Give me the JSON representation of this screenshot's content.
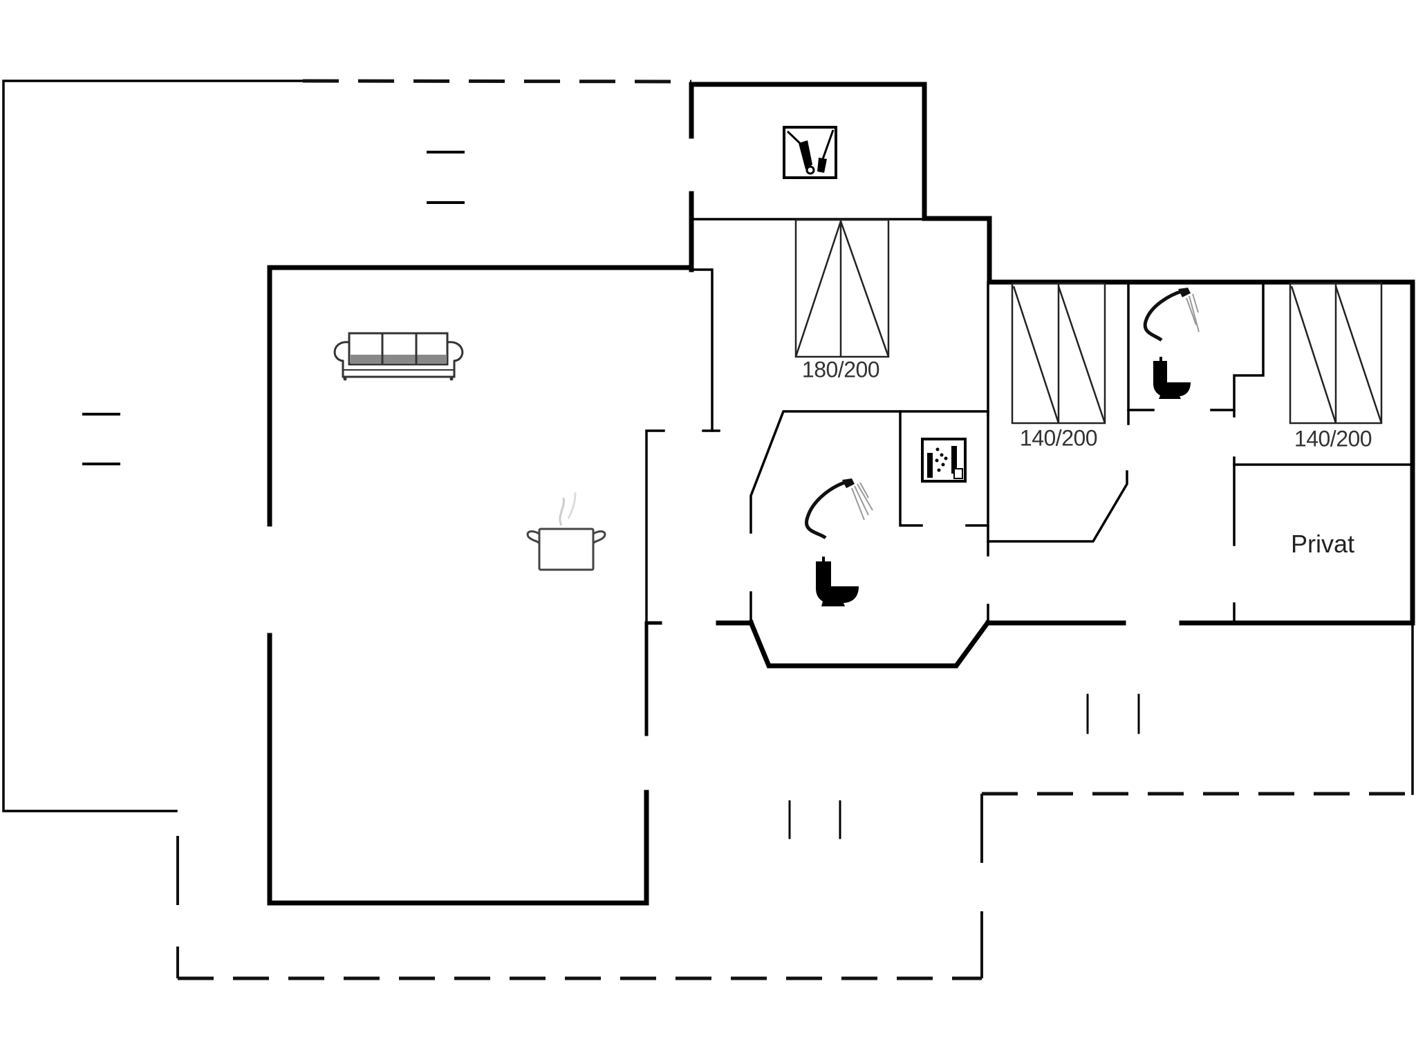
{
  "plan": {
    "type": "floor-plan",
    "background": "#ffffff",
    "wall_color": "#000000"
  },
  "rooms": {
    "bedroom_1": {
      "bed_label": "180/200",
      "icon": "double-bed"
    },
    "bedroom_2": {
      "bed_label": "140/200",
      "icon": "double-bed"
    },
    "bedroom_3": {
      "bed_label": "140/200",
      "icon": "double-bed"
    },
    "privat": {
      "label": "Privat"
    },
    "living_room": {
      "icon": "sofa-icon"
    },
    "kitchen": {
      "icon": "cooking-pot-icon"
    },
    "bathroom_1": {
      "icons": [
        "shower-icon",
        "toilet-icon"
      ]
    },
    "bathroom_2": {
      "icons": [
        "shower-icon",
        "toilet-icon"
      ]
    },
    "utility_room": {
      "icon": "cleaning-tools-icon"
    },
    "laundry_closet": {
      "icon": "washing-machine-icon"
    }
  }
}
